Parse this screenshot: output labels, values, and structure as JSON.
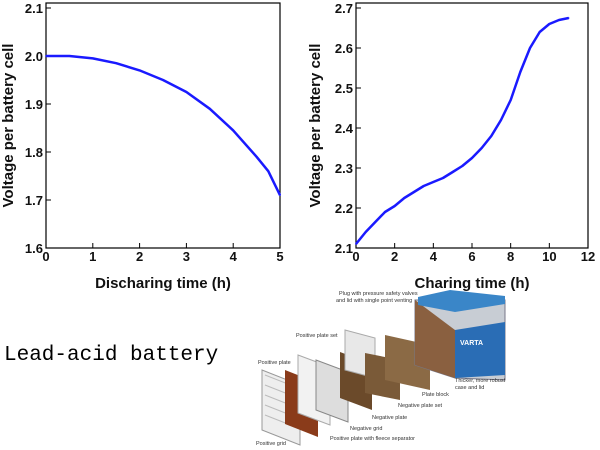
{
  "caption": "Lead-acid battery",
  "chart_data": [
    {
      "type": "line",
      "xlabel": "Discharing time (h)",
      "ylabel": "Voltage per battery cell",
      "xlim": [
        0,
        5
      ],
      "ylim": [
        1.6,
        2.1
      ],
      "xticks": [
        "0",
        "1",
        "2",
        "3",
        "4",
        "5"
      ],
      "yticks": [
        "1.6",
        "1.7",
        "1.8",
        "1.9",
        "2.0",
        "2.1"
      ],
      "grid": false,
      "color": "#1a1aff",
      "x": [
        0,
        0.5,
        1,
        1.5,
        2,
        2.5,
        3,
        3.5,
        4,
        4.5,
        4.75,
        5
      ],
      "y": [
        2.0,
        2.0,
        1.995,
        1.985,
        1.97,
        1.95,
        1.925,
        1.89,
        1.845,
        1.79,
        1.76,
        1.71
      ]
    },
    {
      "type": "line",
      "xlabel": "Charing time (h)",
      "ylabel": "Voltage per battery cell",
      "xlim": [
        0,
        12
      ],
      "ylim": [
        2.1,
        2.7
      ],
      "xticks": [
        "0",
        "2",
        "4",
        "6",
        "8",
        "10",
        "12"
      ],
      "yticks": [
        "2.1",
        "2.2",
        "2.3",
        "2.4",
        "2.5",
        "2.6",
        "2.7"
      ],
      "grid": false,
      "color": "#1a1aff",
      "x": [
        0,
        0.5,
        1,
        1.5,
        2,
        2.5,
        3,
        3.5,
        4,
        4.5,
        5,
        5.5,
        6,
        6.5,
        7,
        7.5,
        8,
        8.5,
        9,
        9.5,
        10,
        10.5,
        11
      ],
      "y": [
        2.11,
        2.14,
        2.165,
        2.19,
        2.205,
        2.225,
        2.24,
        2.255,
        2.265,
        2.275,
        2.29,
        2.305,
        2.325,
        2.35,
        2.38,
        2.42,
        2.47,
        2.54,
        2.6,
        2.64,
        2.66,
        2.67,
        2.675
      ]
    }
  ],
  "illustration": {
    "labels": [
      "Plug with pressure safety valves",
      "and lid with single point venting",
      "Positive plate set",
      "Positive plate",
      "Thicker, more robust",
      "case and lid",
      "Plate block",
      "Negative plate set",
      "Negative plate",
      "Negative grid",
      "Positive plate with fleece separator",
      "Positive grid"
    ],
    "logo_text": "VARTA"
  }
}
